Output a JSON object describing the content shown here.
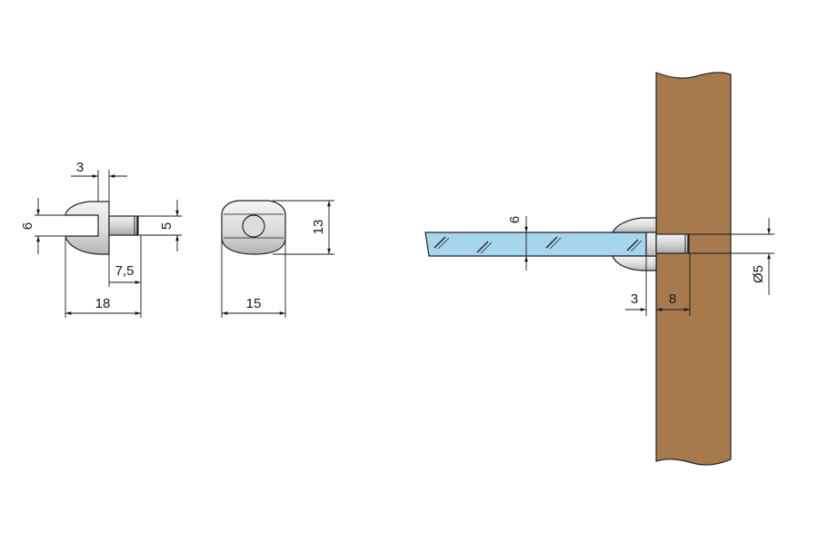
{
  "colors": {
    "wood": "#a67a4d",
    "glass": "#a6d5ee",
    "metal_light": "#eeeeee",
    "metal_dark": "#b8b8b8",
    "line": "#1a1a1a"
  },
  "side_view": {
    "dim_height": "6",
    "dim_pin_offset": "3",
    "dim_pin_diameter": "5",
    "dim_pin_length": "7,5",
    "dim_total_length": "18"
  },
  "front_view": {
    "dim_height": "13",
    "dim_width": "15"
  },
  "installed_view": {
    "dim_glass_thickness": "6",
    "dim_support_depth": "3",
    "dim_pin_depth": "8",
    "dim_hole_diameter": "Ø5"
  }
}
